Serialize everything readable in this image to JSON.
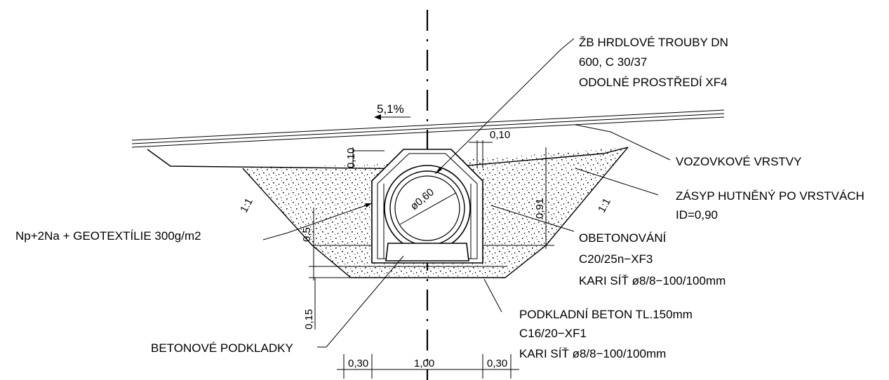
{
  "slope_label": "5,1%",
  "pipe_label_lines": [
    "ŽB HRDLOVÉ TROUBY DN",
    "600, C 30/37",
    "ODOLNÉ PROSTŘEDÍ XF4"
  ],
  "road_label": "VOZOVKOVÉ VRSTVY",
  "backfill_label_lines": [
    "ZÁSYP HUTNĚNÝ PO VRSTVÁCH",
    "ID=0,90"
  ],
  "encasement_label_lines": [
    "OBETONOVÁNÍ",
    "C20/25n−XF3",
    "KARI SÍŤ ø8/8−100/100mm"
  ],
  "base_label_lines": [
    "PODKLADNÍ BETON TL.150mm",
    "C16/20−XF1",
    "KARI SÍŤ ø8/8−100/100mm"
  ],
  "drain_label": "Np+2Na + GEOTEXTÍLIE 300g/m2",
  "saddle_label": "BETONOVÉ PODKLADKY",
  "diameter": "ø0,60",
  "slope_ratio_left": "1:1",
  "slope_ratio_right": "1:1",
  "dims": {
    "cover_top": "0,10",
    "wall_top": "0,10",
    "side_height": "0,91",
    "drain_height": "0,5",
    "base_height": "0,15",
    "bottom_left": "0,30",
    "bottom_mid": "1,00",
    "bottom_right": "0,30"
  }
}
